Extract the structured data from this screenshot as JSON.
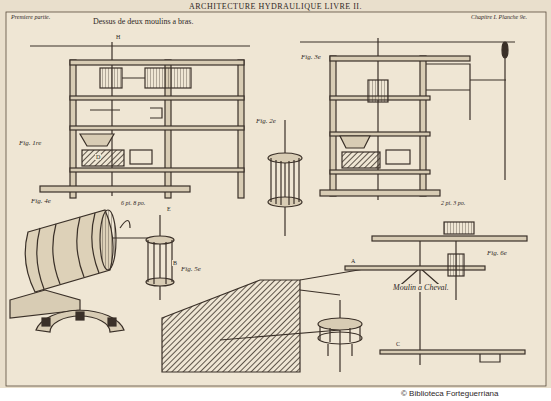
{
  "diagram": {
    "title": "ARCHITECTURE HYDRAULIQUE LIVRE II.",
    "labels": [
      "Premiere partie.",
      "Chapitre I. Planche 9e.",
      "Dessus de deux moulins a bras.",
      "Fig. 1re",
      "Fig. 2e",
      "Fig. 3e",
      "Fig. 4e",
      "Fig. 5e",
      "Fig. 6e",
      "Moulin a Cheval.",
      "6 pi. 8 po.",
      "2 pi. 3 po.",
      "A",
      "B",
      "C",
      "D",
      "E",
      "H",
      "© Biblioteca Forteguerriana"
    ]
  }
}
